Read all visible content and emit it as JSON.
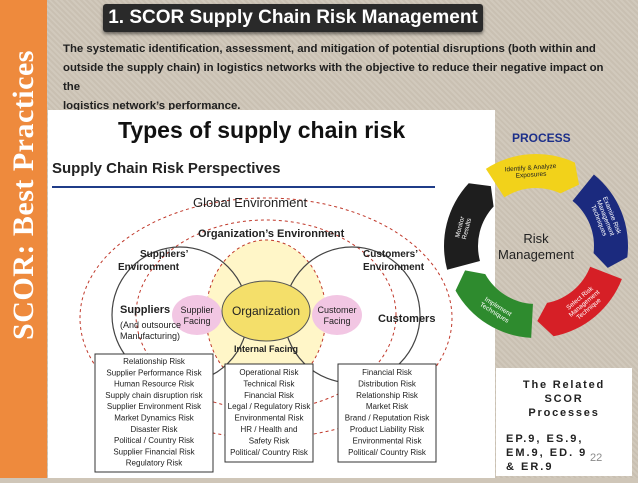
{
  "sidebar": {
    "label": "SCOR: Best Practices",
    "color": "#ee8a3d"
  },
  "title": "1. SCOR Supply Chain Risk Management",
  "description": {
    "line1": "The systematic identification, assessment, and mitigation of potential disruptions (both within and",
    "line2": "outside the supply chain)  in logistics networks with the objective to reduce their negative impact on the",
    "line3": "logistics network’s performance."
  },
  "diagram": {
    "heading": "Types of supply chain risk",
    "subheading": "Supply Chain Risk Perspectives",
    "global_env": "Global Environment",
    "org_env": "Organization’s Environment",
    "suppliers_env": [
      "Suppliers’",
      "Environment"
    ],
    "customers_env": [
      "Customers’",
      "Environment"
    ],
    "suppliers": "Suppliers",
    "suppliers_note": [
      "(And outsource",
      "Manufacturing)"
    ],
    "supplier_facing": [
      "Supplier",
      "Facing"
    ],
    "organization": "Organization",
    "customer_facing": [
      "Customer",
      "Facing"
    ],
    "customers": "Customers",
    "internal_facing": "Internal Facing",
    "supplier_risks": [
      "Relationship Risk",
      "Supplier Performance Risk",
      "Human Resource Risk",
      "Supply chain disruption risk",
      "Supplier Environment Risk",
      "Market Dynamics Risk",
      "Disaster Risk",
      "Political / Country Risk",
      "Supplier Financial Risk",
      "Regulatory Risk"
    ],
    "internal_risks": [
      "Operational Risk",
      "Technical Risk",
      "Financial Risk",
      "Legal / Regulatory Risk",
      "Environmental Risk",
      "HR / Health and",
      "Safety Risk",
      "Political/ Country Risk"
    ],
    "customer_risks": [
      "Financial Risk",
      "Distribution Risk",
      "Relationship Risk",
      "Market Risk",
      "Brand / Reputation Risk",
      "Product Liability Risk",
      "Environmental Risk",
      "Political/ Country Risk"
    ]
  },
  "process": {
    "title": "PROCESS",
    "center": [
      "Risk",
      "Management"
    ],
    "steps": [
      {
        "lines": [
          "Identify & Analyze",
          "Exposures"
        ],
        "color": "#f2d21a"
      },
      {
        "lines": [
          "Examine Risk",
          "Management",
          "Techniques"
        ],
        "color": "#1b2a7e"
      },
      {
        "lines": [
          "Select Risk",
          "Management",
          "Technique"
        ],
        "color": "#d61f26"
      },
      {
        "lines": [
          "Implement",
          "Techniques"
        ],
        "color": "#2e8b2e"
      },
      {
        "lines": [
          "Monitor",
          "Results"
        ],
        "color": "#1e1e1e"
      }
    ]
  },
  "scor": {
    "heading": [
      "The Related",
      "SCOR",
      "Processes"
    ],
    "codes": [
      "EP.9, ES.9,",
      "EM.9, ED. 9",
      "& ER.9"
    ]
  },
  "page_number": "22"
}
